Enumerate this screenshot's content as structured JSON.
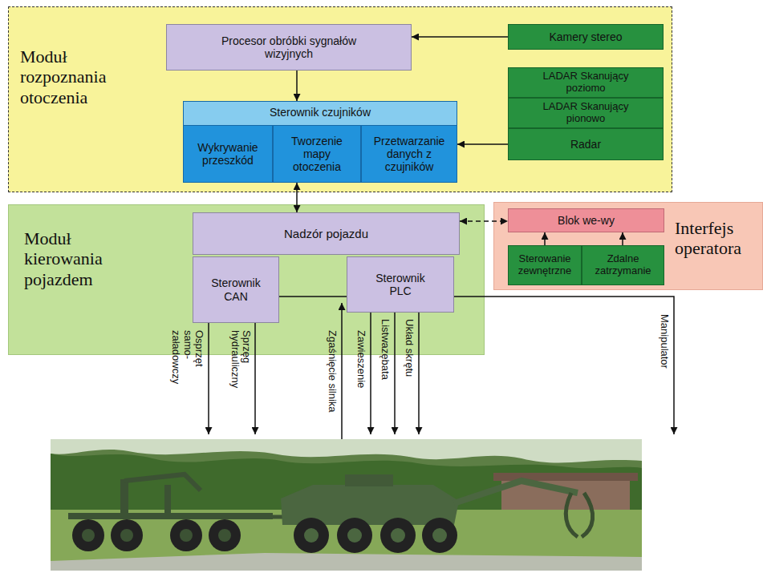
{
  "diagram": {
    "nodes": [
      {
        "text": [
          "Moduł rozpoznania otoczenia"
        ]
      },
      {
        "text": [
          "Procesor obróbki sygnałów wizyjnych"
        ],
        "in": 0
      },
      {
        "text": [
          "Kamery stereo"
        ],
        "in": 0
      },
      {
        "text": [
          "Sterownik czujników"
        ],
        "in": 0
      },
      {
        "text": [
          "Wykrywanie przeszkód"
        ],
        "in": 3
      },
      {
        "text": [
          "Tworzenie mapy otoczenia"
        ],
        "in": 3
      },
      {
        "text": [
          "Przetwarzanie danych z czujników"
        ],
        "in": 3
      },
      {
        "text": [
          "LADAR Skanujący poziomo"
        ],
        "in": 0
      },
      {
        "text": [
          "LADAR Skanujący pionowo"
        ],
        "in": 0
      },
      {
        "text": [
          "Radar"
        ],
        "in": 0
      },
      {
        "text": [
          "Moduł kierowania pojazdem"
        ]
      },
      {
        "text": [
          "Nadzór pojazdu"
        ],
        "in": 10
      },
      {
        "text": [
          "Sterownik CAN"
        ],
        "in": 10
      },
      {
        "text": [
          "Sterownik PLC"
        ],
        "in": 10
      },
      {
        "text": [
          "Interfejs operatora"
        ]
      },
      {
        "text": [
          "Blok we-wy"
        ],
        "in": 14
      },
      {
        "text": [
          "Sterowanie zewnętrzne"
        ],
        "in": 14
      },
      {
        "text": [
          "Zdalne zatrzymanie"
        ],
        "in": 14
      }
    ],
    "edges": [
      {
        "from": 2,
        "to": 1,
        "arrow": "to"
      },
      {
        "from": 1,
        "to": 3,
        "arrow": "to"
      },
      {
        "from": 9,
        "to": 6,
        "arrow": "to"
      },
      {
        "from": 3,
        "to": 11,
        "arrow": "both"
      },
      {
        "from": 11,
        "to": 15,
        "arrow": "both"
      },
      {
        "from": 16,
        "to": 15,
        "arrow": "to"
      },
      {
        "from": 17,
        "to": 15,
        "arrow": "to"
      }
    ],
    "labels": [
      "Osprzęt samo- załadowczy",
      "Sprzęg hydrauliczny",
      "Zgaśnięcie silnika",
      "Zawieszenie",
      "Listwazębata",
      "Układ skrętu",
      "Manipulator"
    ]
  }
}
